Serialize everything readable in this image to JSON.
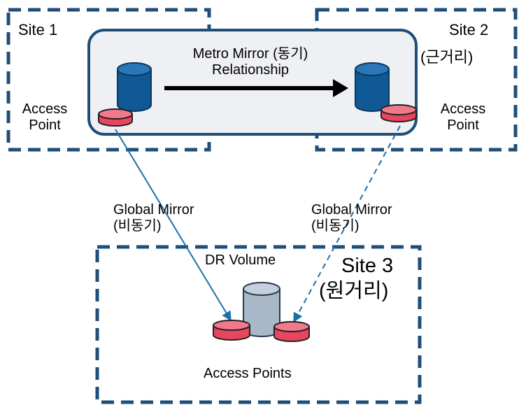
{
  "sites": {
    "site1": {
      "name": "Site 1",
      "access": [
        "Access",
        "Point"
      ]
    },
    "site2": {
      "name": "Site 2",
      "distance": "(근거리)",
      "access": [
        "Access",
        "Point"
      ]
    },
    "site3": {
      "name": "Site 3",
      "distance": "(원거리)",
      "volume_label": "DR Volume",
      "access": "Access Points"
    }
  },
  "links": {
    "metro": [
      "Metro Mirror (동기)",
      "Relationship"
    ],
    "global_left": [
      "Global Mirror",
      "(비동기)"
    ],
    "global_right": [
      "Global Mirror",
      "(비동기)"
    ]
  },
  "colors": {
    "site_border": "#1f4e79",
    "panel_fill": "#eef0f4",
    "cylinder_blue": "#0f5a96",
    "cylinder_grey": "#a9b8c9",
    "access_pink": "#e8465e",
    "link_line": "#1f6fa8"
  }
}
